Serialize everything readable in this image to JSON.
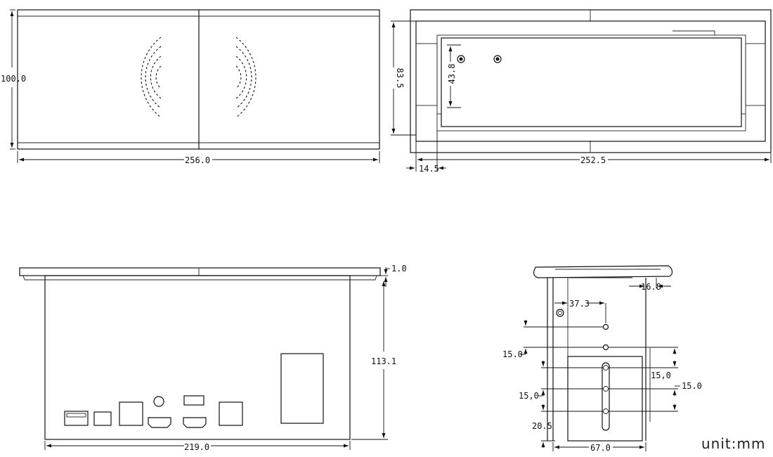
{
  "top_view": {
    "width": "256.0",
    "height": "100.0"
  },
  "front_view": {
    "height": "83.5",
    "inner": "43.8",
    "offset": "14.5",
    "width": "252.5"
  },
  "side_view": {
    "thickness": "1.0",
    "height": "113.1",
    "width": "219.0"
  },
  "end_view": {
    "d1": "16.8",
    "d2": "37.3",
    "d3": "15.0",
    "d4": "15,0",
    "d5": "15,0",
    "d6": "15.0",
    "d7": "20.5",
    "width": "67.0"
  },
  "unit_label": "unit:mm"
}
